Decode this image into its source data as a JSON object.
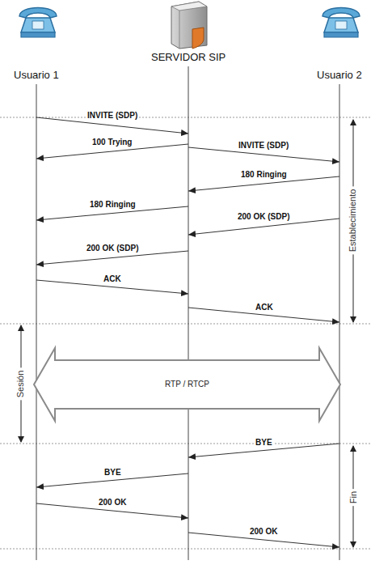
{
  "diagram": {
    "nodes": [
      {
        "text": [
          "Usuario 1"
        ]
      },
      {
        "text": [
          "SERVIDOR SIP"
        ]
      },
      {
        "text": [
          "Usuario 2"
        ]
      }
    ],
    "edges": [
      {
        "from": 0,
        "to": 1,
        "label": "INVITE (SDP)",
        "arrow": "to"
      },
      {
        "from": 1,
        "to": 0,
        "label": "100 Trying",
        "arrow": "to"
      },
      {
        "from": 1,
        "to": 2,
        "label": "INVITE (SDP)",
        "arrow": "to"
      },
      {
        "from": 2,
        "to": 1,
        "label": "180 Ringing",
        "arrow": "to"
      },
      {
        "from": 1,
        "to": 0,
        "label": "180 Ringing",
        "arrow": "to"
      },
      {
        "from": 2,
        "to": 1,
        "label": "200 OK (SDP)",
        "arrow": "to"
      },
      {
        "from": 1,
        "to": 0,
        "label": "200 OK (SDP)",
        "arrow": "to"
      },
      {
        "from": 0,
        "to": 1,
        "label": "ACK",
        "arrow": "to"
      },
      {
        "from": 1,
        "to": 2,
        "label": "ACK",
        "arrow": "to"
      },
      {
        "from": 0,
        "to": 2,
        "label": "RTP / RTCP",
        "arrow": "both"
      },
      {
        "from": 2,
        "to": 1,
        "label": "BYE",
        "arrow": "to"
      },
      {
        "from": 1,
        "to": 0,
        "label": "BYE",
        "arrow": "to"
      },
      {
        "from": 0,
        "to": 1,
        "label": "200 OK",
        "arrow": "to"
      },
      {
        "from": 1,
        "to": 2,
        "label": "200 OK",
        "arrow": "to"
      }
    ],
    "labels": [
      "Establecimiento",
      "Sesión",
      "Fin"
    ]
  }
}
